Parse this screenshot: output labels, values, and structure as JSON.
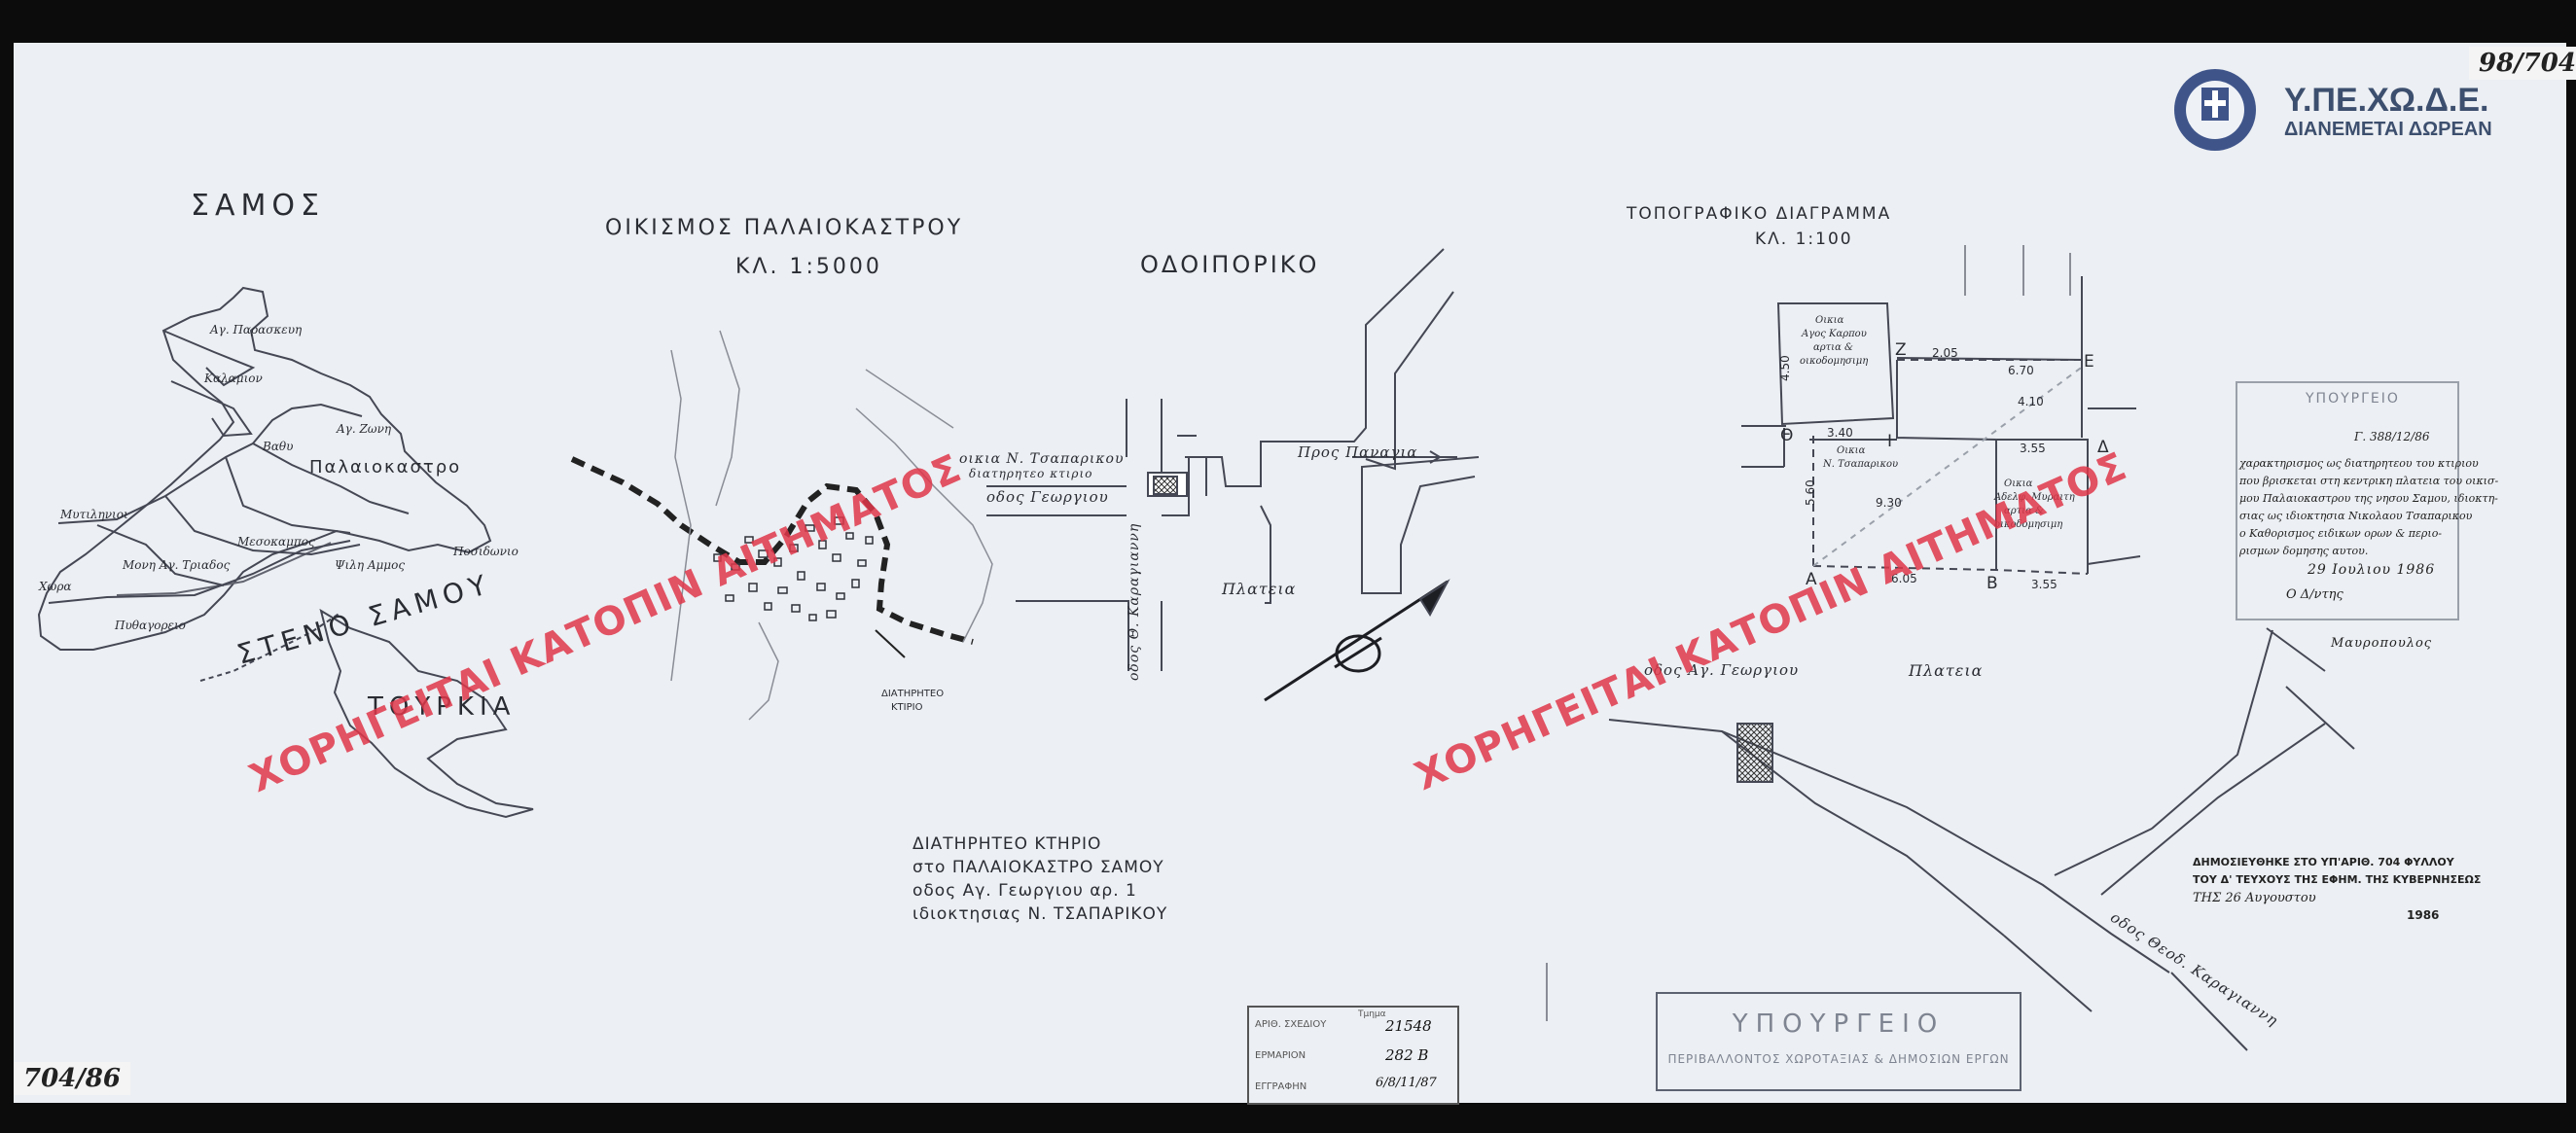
{
  "sheet_numbers": {
    "top_right": "98/704",
    "bottom_left": "704/86"
  },
  "ministry": {
    "name": "Υ.ΠΕ.ΧΩ.Δ.Ε.",
    "note": "ΔΙΑΝΕΜΕΤΑΙ ΔΩΡΕΑΝ"
  },
  "watermark": "ΧΟΡΗΓΕΙΤΑΙ ΚΑΤΟΠΙΝ ΑΙΤΗΜΑΤΟΣ",
  "samos_map": {
    "title": "ΣΑΜΟΣ",
    "places": [
      "Αγ. Παρασκευη",
      "Καλαμιον",
      "Αγ. Ζωνη",
      "Βαθυ",
      "Παλαιοκαστρο",
      "Μυτιληνιοι",
      "Μεσοκαμπος",
      "Μονη Αγ. Τριαδος",
      "Ψιλη Αμμος",
      "Ποσιδωνιο",
      "Χωρα",
      "Πυθαγορειο"
    ],
    "strait": "ΣΤΕΝΟ ΣΑΜΟΥ",
    "country": "ΤΟΥΡΚΙΑ"
  },
  "settlement_map": {
    "title": "ΟΙΚΙΣΜΟΣ ΠΑΛΑΙΟΚΑΣΤΡΟΥ",
    "scale": "ΚΛ. 1:5000",
    "marker": [
      "ΔΙΑΤΗΡΗΤΕΟ",
      "ΚΤΙΡΙΟ"
    ]
  },
  "route_map": {
    "title": "ΟΔΟΙΠΟΡΙΚΟ",
    "house": [
      "οικια Ν. Τσαπαρικου",
      "διατηρητεο κτιριο"
    ],
    "street_georgiou": "οδος Γεωργιου",
    "to_panagia": "Προς Παναγια",
    "square": "Πλατεια",
    "street_karagianni": "οδος Θ. Καραγιαννη"
  },
  "building_caption": [
    "ΔΙΑΤΗΡΗΤΕΟ ΚΤΗΡΙΟ",
    "στο ΠΑΛΑΙΟΚΑΣΤΡΟ ΣΑΜΟΥ",
    "οδος Αγ. Γεωργιου αρ. 1",
    "ιδιοκτησιας Ν. ΤΣΑΠΑΡΙΚΟΥ"
  ],
  "topographic": {
    "title": "ΤΟΠΟΓΡΑΦΙΚΟ ΔΙΑΓΡΑΜΜΑ",
    "scale": "ΚΛ. 1:100",
    "points": [
      "Ζ",
      "Ε",
      "Θ",
      "Ι",
      "Δ",
      "Α",
      "Β"
    ],
    "dims": [
      "2.05",
      "6.70",
      "4.10",
      "3.40",
      "3.55",
      "9.30",
      "6.05",
      "3.55",
      "4.50",
      "5.60"
    ],
    "plot_upper": [
      "Οικια",
      "Αγος Καρπου",
      "αρτια &",
      "οικοδομησιμη"
    ],
    "plot_mid": [
      "Οικια",
      "Ν. Τσαπαρικου"
    ],
    "plot_right": [
      "Οικια",
      "Αδελφ. Μυραιτη",
      "αρτια &",
      "οικοδομησιμη"
    ],
    "street_georgiou": "οδος Αγ. Γεωργιου",
    "square": "Πλατεια",
    "street_karagianni": "οδος Θεοδ. Καραγιαννη"
  },
  "decree_stamp": {
    "header": "ΥΠΟΥΡΓΕΙΟ",
    "ref": "Γ. 388/12/86",
    "lines": [
      "χαρακτηρισμος ως διατηρητεου του κτιριου",
      "που βρισκεται στη κεντρικη πλατεια του οικισ-",
      "μου Παλαιοκαστρου της νησου Σαμου, ιδιοκτη-",
      "σιας ως ιδιοκτησια Νικολαου Τσαπαρικου",
      "ο Καθορισμος ειδικων ορων & περιο-",
      "ρισμων δομησης αυτου."
    ],
    "date": "29 Ιουλιου 1986",
    "role": "Ο Δ/ντης",
    "signer": "Μαυροπουλος"
  },
  "gazette": {
    "lines": [
      "ΔΗΜΟΣΙΕΥΘΗΚΕ ΣΤΟ ΥΠ'ΑΡΙΘ. 704 ΦΥΛΛΟΥ",
      "ΤΟΥ Δ' ΤΕΥΧΟΥΣ ΤΗΣ ΕΦΗΜ. ΤΗΣ ΚΥΒΕΡΝΗΣΕΩΣ",
      "ΤΗΣ 26 Αυγουστου",
      "1986"
    ]
  },
  "bottom_stamp": {
    "line1": "ΥΠΟΥΡΓΕΙΟ",
    "line2": "ΠΕΡΙΒΑΛΛΟΝΤΟΣ ΧΩΡΟΤΑΞΙΑΣ & ΔΗΜΟΣΙΩΝ ΕΡΓΩΝ"
  },
  "registry_stamp": {
    "rows": [
      {
        "label": "ΑΡΙΘ. ΣΧΕΔΙΟΥ",
        "value": "21548"
      },
      {
        "label": "ΕΡΜΑΡΙΟΝ",
        "value": "282 Β"
      },
      {
        "label": "ΕΓΓΡΑΦΗΝ",
        "value": "6/8/11/87"
      }
    ],
    "sub": "Τμημα"
  },
  "colors": {
    "sheet": "#eceff3",
    "ink": "#2a2c33",
    "watermark": "#e0374a",
    "ministry": "#3d4f6e"
  }
}
